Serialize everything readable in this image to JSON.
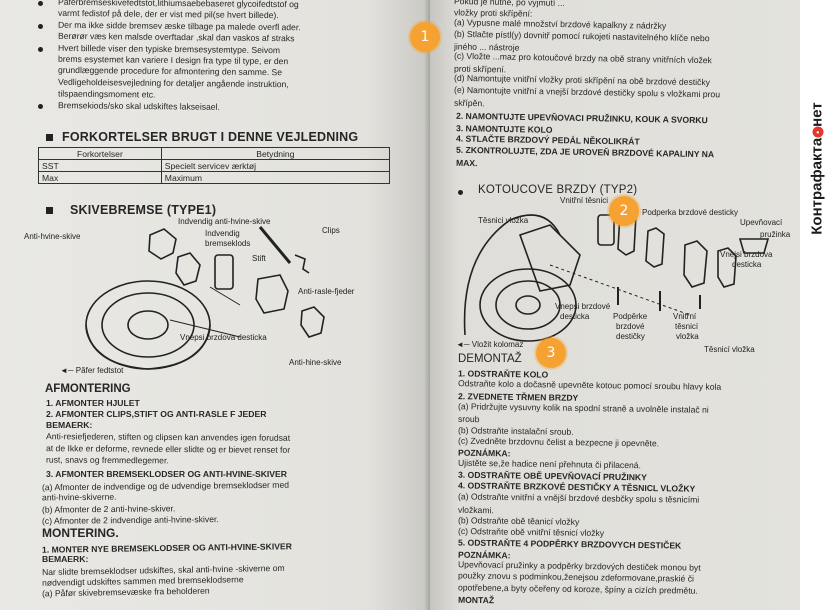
{
  "left": {
    "bullets": [
      "Păferbremseskivefedtstot,lithiumsaebebaseret glycoifedtstof og",
      "varmt fedistof på dele, der er vist med pil(se hvert billede).",
      "Der ma ikke sidde bremsev æske tilbage pa malede overfl ader.",
      "Berørør væs ken malsde overftadar ,skal dan vaskos af straks",
      "Hvert billede viser den typiske bremsesystemtype. Seivom",
      "brems esystemet kan variere I design fra type til type, er den",
      "grundlæggende procedure for afmontering den samme. Se",
      "Vedligeholdeisesvejledning for detaljer angående instruktion,",
      "tilspaendingsmoment etc.",
      "Bremsekiods/sko skal udskiftes lakseisael."
    ],
    "abbr_heading": "FORKORTELSER BRUGT I DENNE VEJLEDNING",
    "abbr_table": {
      "headers": [
        "Forkortelser",
        "Betydning"
      ],
      "rows": [
        [
          "SST",
          "Specielt servicev ærktøj"
        ],
        [
          "Max",
          "Maximum"
        ]
      ]
    },
    "type1_heading": "SKIVEBREMSE (TYPE1)",
    "diagram_labels": {
      "anti_hvine_skive_top": "Indvendig anti-hvine-skive",
      "anti_hvine_skive_left": "Anti-hvine-skive",
      "bremseklods": "Indvendig\nbremseklods",
      "clips": "Clips",
      "stift": "Stift",
      "anti_rasle": "Anti-rasle-fjeder",
      "vnepsi": "Vnepsi brzdova desticka",
      "anti_hine": "Anti-hine-skive",
      "pafer": "◄─ Păfer fedtstot"
    },
    "afmontering": "AFMONTERING",
    "steps1": [
      "1.   AFMONTER HJULET",
      "2.   AFMONTER CLIPS,STIFT OG ANTI-RASLE F JEDER"
    ],
    "bemaerk1": "BEMAERK:",
    "notes1": [
      "Anti-resiefjederen, stiften og clipsen kan anvendes igen forudsat",
      "at de Ikke er deforme,  revnede eller slidte og er bievet renset for",
      "rust, snavs og fremmedlegemer."
    ],
    "step3": "3.    AFMONTER BREMSEKLODSER OG ANTI-HVINE-SKIVER",
    "sub3": [
      "(a)  Afmonter de indvendige og de  udvendige bremseklodser med",
      "       anti-hvine-skiverne.",
      "(b)  Afmonter de 2 anti-hvine-skiver.",
      "(c)  Afmonter de 2 indvendige anti-hvine-skiver."
    ],
    "montering": "MONTERING.",
    "step_m1": "1.    MONTER NYE BREMSEKLODSER OG ANTI-HVINE-SKIVER",
    "bemaerk2": "BEMAERK:",
    "notes2": [
      "Nar slidte bremseklodser udskiftes, skal anti-hvine -skiverne om",
      "nødvendigt udskiftes sammen med bremseklodserne",
      "(a)  Påfør skivebremsevæske fra beholderen"
    ]
  },
  "right": {
    "top_lines": [
      "Pokud je nutne, po vyjmutí ... ",
      "vložky proti skřípění:",
      "(a)   Vypusne malé množství brzdové kapalkny z nádržky",
      "(b)   Stlačte pístl(y) dovnitř pomocí rukojeti nastavitelného klíče nebo",
      "        jiného ...  nástroje",
      "(c)   Vložte ...maz pro kotoučové brzdy na obě strany vnitřních  vložek",
      "        proti skřípení.",
      "(d)   Namontujte vnitřní vložky proti skřípění na obě brzdové destičky",
      "(e)   Namontujte vnitřní a vnejší brzdové destičky spolu s vložkami prou",
      "        skřípěn."
    ],
    "steps": [
      "2.    NAMONTUJTE UPEVŇOVACI PRUŽINKU,  KOUK A SVORKU",
      "3.    NAMONTUJTE KOLO",
      "4.    STLAČTE BRZDOVÝ PEDÁL NĚKOLIKRÁT",
      "5.    ZKONTROLUJTE, ZDA JE UROVEŇ BRZDOVÉ KAPALINY NA",
      "        MAX."
    ],
    "type2_heading": "KOTOUCOVE BRZDY (TYP2)",
    "diagram_labels": {
      "tesnici": "Těsnici vložka",
      "vnitrni_tesnici": "Vnitřní těsnici",
      "podperka": "Podperka brzdové desticky",
      "upevnovaci": "Upevňovací",
      "pruzinka": "pružinka",
      "vnejsi": "Vnejsi brzdova",
      "desticka": "desticka",
      "vnepsi": "Vnepsi brzdové",
      "desticka2": "desticka",
      "podperke": "Podpěrke",
      "brzdove": "brzdové",
      "desticky": "destičky",
      "vnitrni": "Vnitřní",
      "tesnici2": "těsnicí",
      "vlozka": "vložka",
      "tesnici3": "Těsnicí vložka",
      "vlozit": "◄─ Vložit kolomaz"
    },
    "demontaz": "DEMONTAŽ",
    "d_lines": [
      {
        "t": "1.    ODSTRAŇTE KOLO",
        "b": true
      },
      {
        "t": "Odstraňte kolo a dočasně upevněte kotouc pomocí sroubu hlavy kola",
        "b": false
      },
      {
        "t": "2.    ZVEDNETE TŘMEN BRZDY",
        "b": true
      },
      {
        "t": "(a)   Pridržujte vysuvny kolik na  spodní straně a uvolněle instalač ni",
        "b": false
      },
      {
        "t": "        sroub",
        "b": false
      },
      {
        "t": "(b)   Odstraňte instalační sroub.",
        "b": false
      },
      {
        "t": "(c)   Zvedněte brzdovnu čelist a bezpecne ji opevněte.",
        "b": false
      },
      {
        "t": "POZNÁMKA:",
        "b": true
      },
      {
        "t": "Ujistěte se,že hadice není přehnuta či přilacená.",
        "b": false
      },
      {
        "t": "3.    ODSTRAŇTE OBĚ UPEVŇOVACÍ PRUŽINKY",
        "b": true
      },
      {
        "t": "4.    ODSTRAŇTE BRZKOVÉ DESTIČKY A TĚSNICL VLOŽKY",
        "b": true
      },
      {
        "t": "(a)   Odstraňte  vnitřní a vnější brzdové desbčky spolu s těsnicími",
        "b": false
      },
      {
        "t": "        vložkami.",
        "b": false
      },
      {
        "t": "(b)   Odstraňte obě těanicí vložky",
        "b": false
      },
      {
        "t": "(c)   Odstraňte obě vnitřní těsnicí vložky",
        "b": false
      },
      {
        "t": "5.    ODSTRAŇTE 4 PODPĚRKY BRZDOVYCH DESTIČEK",
        "b": true
      },
      {
        "t": "POZNÁMKA:",
        "b": true
      },
      {
        "t": "Upevňovací pružinky a podpěrky brzdových destiček monou byt",
        "b": false
      },
      {
        "t": "použky znovu s podminkou,ženejsou zdeformovane,praskié či",
        "b": false
      },
      {
        "t": "opotřebene,a byty očeřeny od koroze, špíny a cizích predmětu.",
        "b": false
      },
      {
        "t": "MONTAŽ",
        "b": true
      }
    ]
  },
  "markers": [
    "1",
    "2",
    "3"
  ],
  "watermark": {
    "text_before": "Контрафакта",
    "dot": "•",
    "text_after": "нет",
    "dot_color": "#e3372a"
  }
}
